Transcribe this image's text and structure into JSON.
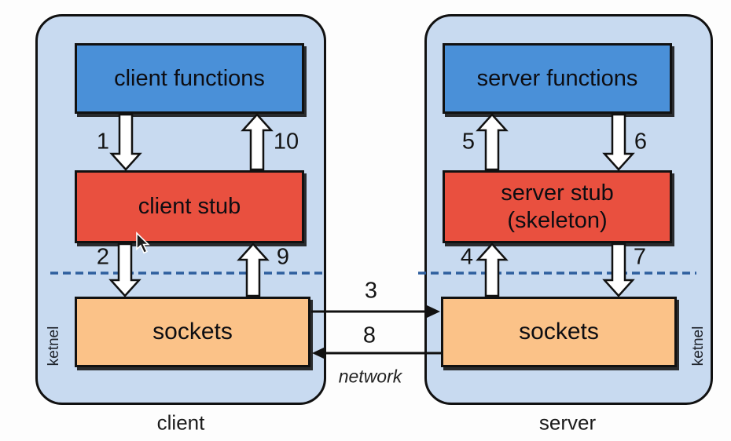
{
  "colors": {
    "background": "#fdfdfd",
    "container_fill": "#c8daf0",
    "functions_fill": "#4a90d8",
    "stub_fill": "#e9503f",
    "sockets_fill": "#fbc288",
    "kernel_divider": "#2e5f9e",
    "arrow_fill": "#ffffff",
    "outline": "#111111"
  },
  "client": {
    "caption": "client",
    "kernel_label": "ketnel",
    "functions_label": "client functions",
    "stub_label": "client stub",
    "sockets_label": "sockets",
    "step_call_functions_to_stub": "1",
    "step_call_stub_to_sockets": "2",
    "step_return_sockets_to_stub": "9",
    "step_return_stub_to_functions": "10"
  },
  "server": {
    "caption": "server",
    "kernel_label": "ketnel",
    "functions_label": "server functions",
    "stub_label_line1": "server stub",
    "stub_label_line2": "(skeleton)",
    "sockets_label": "sockets",
    "step_request_sockets_to_stub": "4",
    "step_request_stub_to_functions": "5",
    "step_reply_functions_to_stub": "6",
    "step_reply_stub_to_sockets": "7"
  },
  "network": {
    "request_step": "3",
    "reply_step": "8",
    "caption": "network"
  }
}
